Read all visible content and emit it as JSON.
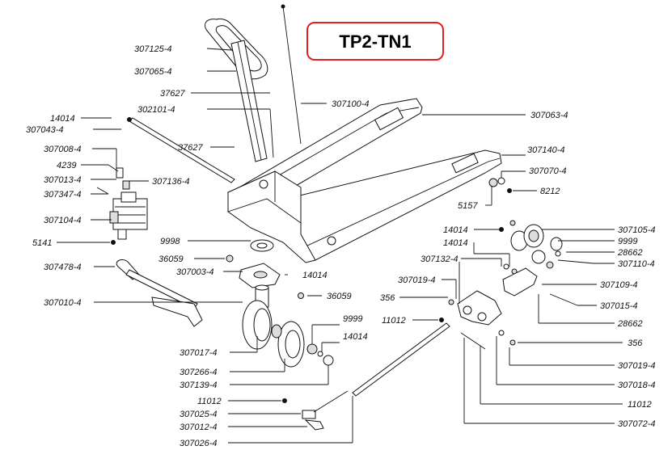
{
  "title": "TP2-TN1",
  "colors": {
    "title_border": "#e02020",
    "line": "#111111",
    "background": "#ffffff"
  },
  "parts": [
    {
      "id": "p01",
      "label": "307125-4"
    },
    {
      "id": "p02",
      "label": "307065-4"
    },
    {
      "id": "p03",
      "label": "37627"
    },
    {
      "id": "p04",
      "label": "302101-4"
    },
    {
      "id": "p05",
      "label": "307100-4"
    },
    {
      "id": "p06",
      "label": "307063-4"
    },
    {
      "id": "p07",
      "label": "14014"
    },
    {
      "id": "p08",
      "label": "307043-4"
    },
    {
      "id": "p09",
      "label": "37627"
    },
    {
      "id": "p10",
      "label": "307140-4"
    },
    {
      "id": "p11",
      "label": "307008-4"
    },
    {
      "id": "p12",
      "label": "4239"
    },
    {
      "id": "p13",
      "label": "307013-4"
    },
    {
      "id": "p14",
      "label": "307136-4"
    },
    {
      "id": "p15",
      "label": "307070-4"
    },
    {
      "id": "p16",
      "label": "307347-4"
    },
    {
      "id": "p17",
      "label": "8212"
    },
    {
      "id": "p18",
      "label": "5157"
    },
    {
      "id": "p19",
      "label": "307104-4"
    },
    {
      "id": "p20",
      "label": "14014"
    },
    {
      "id": "p21",
      "label": "307105-4"
    },
    {
      "id": "p22",
      "label": "5141"
    },
    {
      "id": "p23",
      "label": "9998"
    },
    {
      "id": "p24",
      "label": "9999"
    },
    {
      "id": "p25",
      "label": "14014"
    },
    {
      "id": "p26",
      "label": "28662"
    },
    {
      "id": "p27",
      "label": "36059"
    },
    {
      "id": "p28",
      "label": "307132-4"
    },
    {
      "id": "p29",
      "label": "307110-4"
    },
    {
      "id": "p30",
      "label": "307478-4"
    },
    {
      "id": "p31",
      "label": "307003-4"
    },
    {
      "id": "p32",
      "label": "14014"
    },
    {
      "id": "p33",
      "label": "307019-4"
    },
    {
      "id": "p34",
      "label": "307109-4"
    },
    {
      "id": "p35",
      "label": "36059"
    },
    {
      "id": "p36",
      "label": "356"
    },
    {
      "id": "p37",
      "label": "307010-4"
    },
    {
      "id": "p38",
      "label": "307015-4"
    },
    {
      "id": "p39",
      "label": "9999"
    },
    {
      "id": "p40",
      "label": "11012"
    },
    {
      "id": "p41",
      "label": "28662"
    },
    {
      "id": "p42",
      "label": "14014"
    },
    {
      "id": "p43",
      "label": "356"
    },
    {
      "id": "p44",
      "label": "307017-4"
    },
    {
      "id": "p45",
      "label": "307266-4"
    },
    {
      "id": "p46",
      "label": "307019-4"
    },
    {
      "id": "p47",
      "label": "307139-4"
    },
    {
      "id": "p48",
      "label": "307018-4"
    },
    {
      "id": "p49",
      "label": "11012"
    },
    {
      "id": "p50",
      "label": "11012"
    },
    {
      "id": "p51",
      "label": "307025-4"
    },
    {
      "id": "p52",
      "label": "307012-4"
    },
    {
      "id": "p53",
      "label": "307072-4"
    },
    {
      "id": "p54",
      "label": "307026-4"
    }
  ]
}
